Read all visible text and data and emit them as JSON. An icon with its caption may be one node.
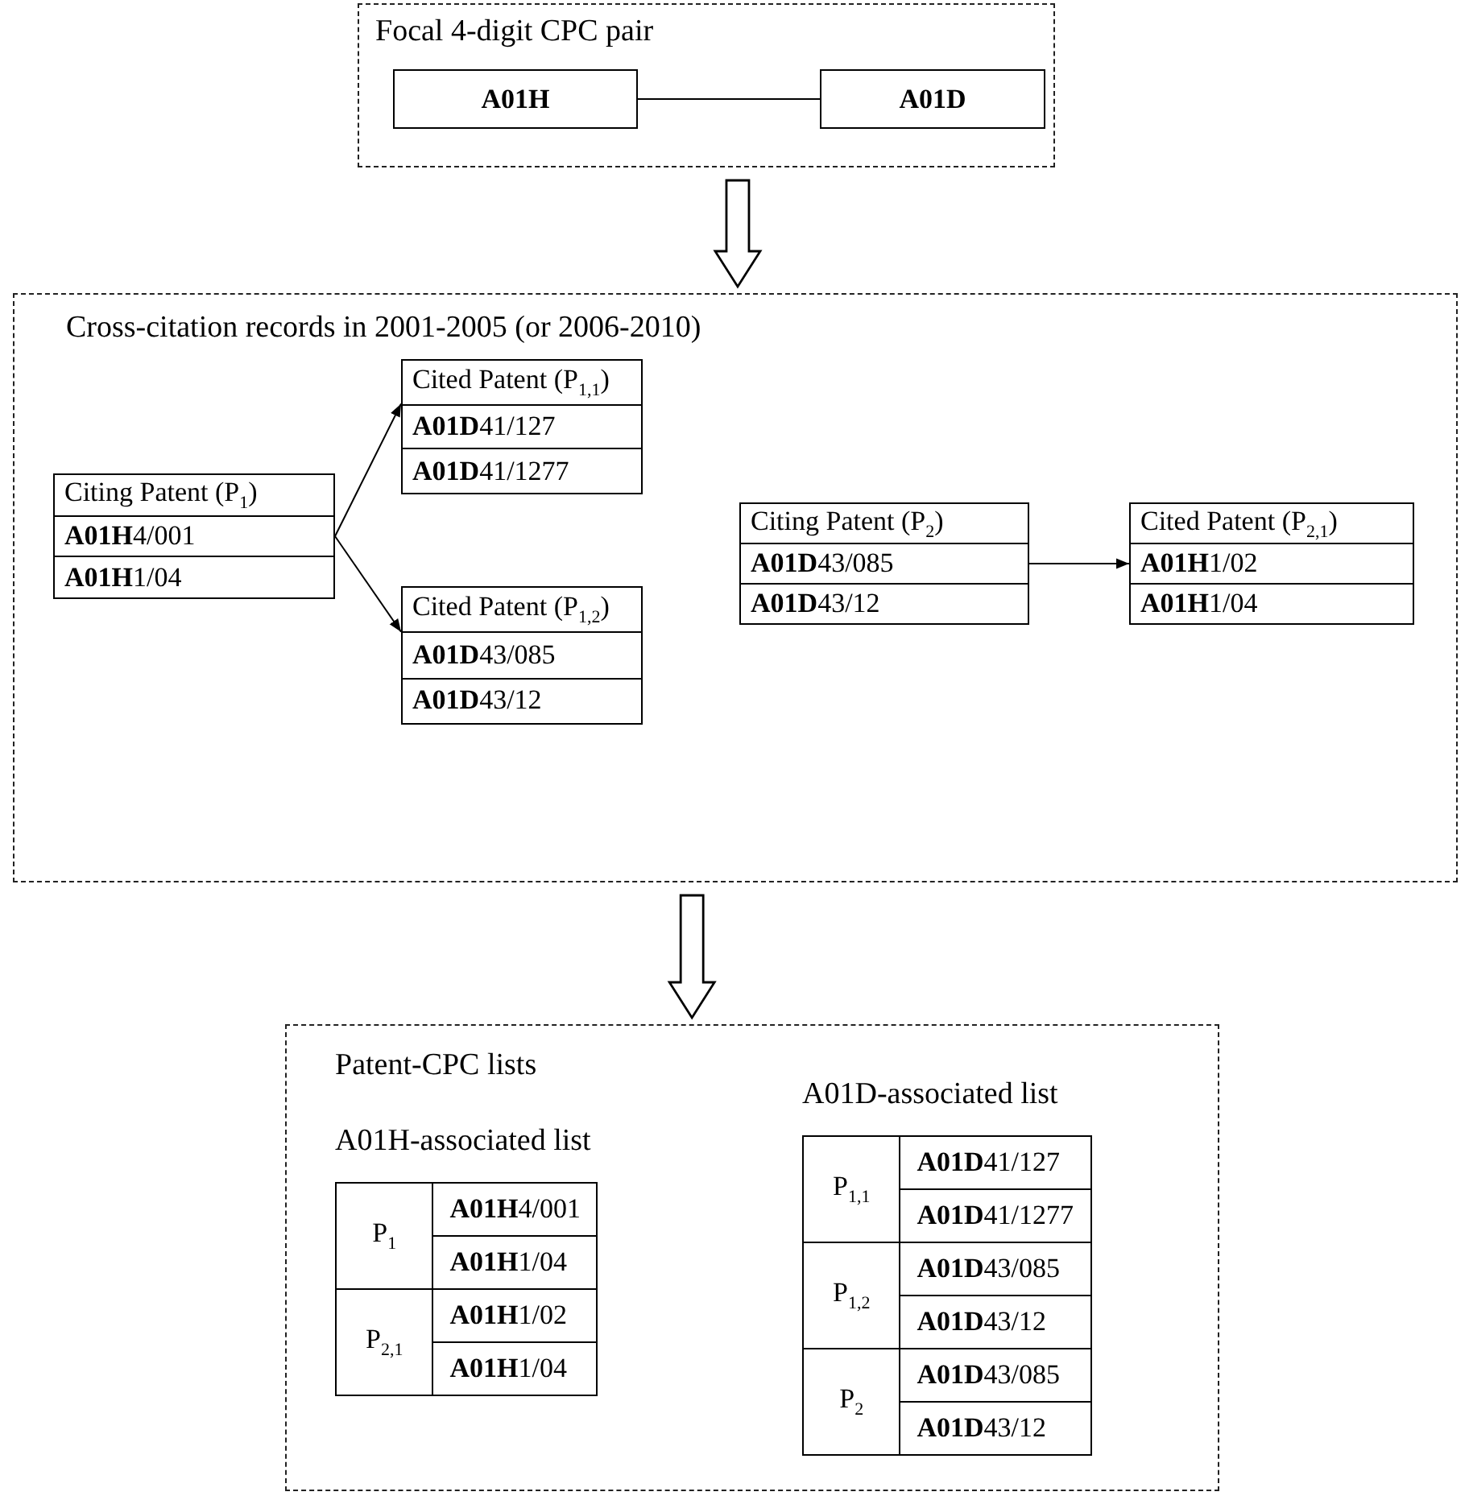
{
  "diagram": {
    "nodes": [
      {
        "text": [
          "Focal 4-digit CPC pair"
        ]
      },
      {
        "text": [
          "A01H"
        ],
        "in": 0
      },
      {
        "text": [
          "A01D"
        ],
        "in": 0
      },
      {
        "text": [
          "Cross-citation records in 2001-2005 (or 2006-2010)"
        ]
      },
      {
        "text": [
          "Citing Patent (P$_{1}$)",
          "**A01H**4/001",
          "**A01H**1/04"
        ],
        "in": 3
      },
      {
        "text": [
          "Cited Patent (P$_{1,1}$)",
          "**A01D**41/127",
          "**A01D**41/1277"
        ],
        "in": 3
      },
      {
        "text": [
          "Cited Patent (P$_{1,2}$)",
          "**A01D**43/085",
          "**A01D**43/12"
        ],
        "in": 3
      },
      {
        "text": [
          "Citing Patent (P$_{2}$)",
          "**A01D**43/085",
          "**A01D**43/12"
        ],
        "in": 3
      },
      {
        "text": [
          "Cited Patent (P$_{2,1}$)",
          "**A01H**1/02",
          "**A01H**1/04"
        ],
        "in": 3
      },
      {
        "text": [
          "Patent-CPC lists"
        ]
      },
      {
        "text": [
          "A01H-associated list",
          "P$_{1}$",
          "**A01H**4/001",
          "**A01H**1/04",
          "P$_{2,1}$",
          "**A01H**1/02",
          "**A01H**1/04"
        ],
        "in": 9
      },
      {
        "text": [
          "A01D-associated list",
          "P$_{1,1}$",
          "**A01D**41/127",
          "**A01D**41/1277",
          "P$_{1,2}$",
          "**A01D**43/085",
          "**A01D**43/12",
          "P$_{2}$",
          "**A01D**43/085",
          "**A01D**43/12"
        ],
        "in": 9
      }
    ],
    "edges": [
      {
        "from": 1,
        "to": 2,
        "arrow": "none"
      },
      {
        "from": 0,
        "to": 3,
        "arrow": "to",
        "style": "thick"
      },
      {
        "from": 4,
        "to": 5,
        "arrow": "to"
      },
      {
        "from": 4,
        "to": 6,
        "arrow": "to"
      },
      {
        "from": 7,
        "to": 8,
        "arrow": "to"
      },
      {
        "from": 3,
        "to": 9,
        "arrow": "to",
        "style": "thick"
      }
    ]
  }
}
